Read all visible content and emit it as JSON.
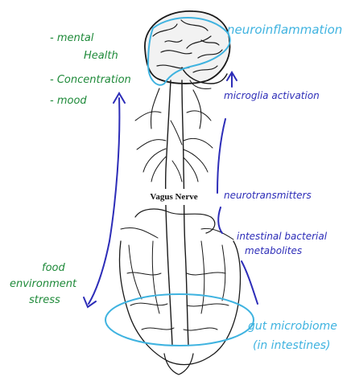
{
  "labels": {
    "vagus": "Vagus Nerve",
    "neuroinflammation": "neuroinflammation",
    "microglia": "microglia activation",
    "neurotransmitters": "neurotransmitters",
    "metabolites_line1": "intestinal bacterial",
    "metabolites_line2": "metabolites",
    "gut_line1": "gut microbiome",
    "gut_line2": "(in intestines)"
  },
  "outcomes": {
    "items": [
      "- mental",
      "Health",
      "- Concentration",
      "- mood"
    ]
  },
  "factors": {
    "items": [
      "food",
      "environment",
      "stress"
    ]
  },
  "colors": {
    "green": "#1f8a3a",
    "blue": "#2d2db8",
    "cyan": "#3fb3e0",
    "ink": "#1a1a1a"
  }
}
